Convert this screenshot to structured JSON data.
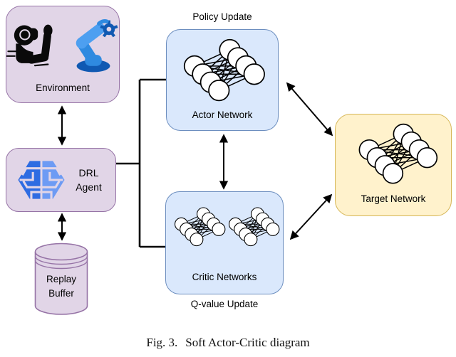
{
  "diagram": {
    "environment": {
      "label": "Environment"
    },
    "drl_agent": {
      "label": "DRL Agent"
    },
    "replay_buffer": {
      "label": "Replay Buffer"
    },
    "actor_network": {
      "label": "Actor Network",
      "annotation": "Policy Update"
    },
    "critic_networks": {
      "label": "Critic Networks",
      "annotation": "Q-value Update"
    },
    "target_network": {
      "label": "Target Network"
    }
  },
  "caption": {
    "fig_label": "Fig. 3.",
    "title": "Soft Actor-Critic diagram"
  },
  "colors": {
    "lavender_fill": "#E1D5E7",
    "lavender_border": "#9673A6",
    "blue_fill": "#DAE8FC",
    "blue_border": "#6C8EBF",
    "yellow_fill": "#FFF2CC",
    "yellow_border": "#D6B656",
    "connector": "#000000",
    "brain_left_blue": "#2E6CE2",
    "brain_right_blue": "#6D9BF4",
    "robot_blue_dark": "#1059B2",
    "robot_blue_mid": "#2F8AE0",
    "robot_blue_light": "#4D9FF0",
    "silhouette_black": "#0A0A0A"
  },
  "icons": {
    "environment": [
      "vr-person-icon",
      "robot-arm-icon"
    ],
    "drl_agent": "brain-circuit-icon",
    "replay_buffer": "database-cylinder-icon",
    "networks": "neural-network-icon"
  }
}
